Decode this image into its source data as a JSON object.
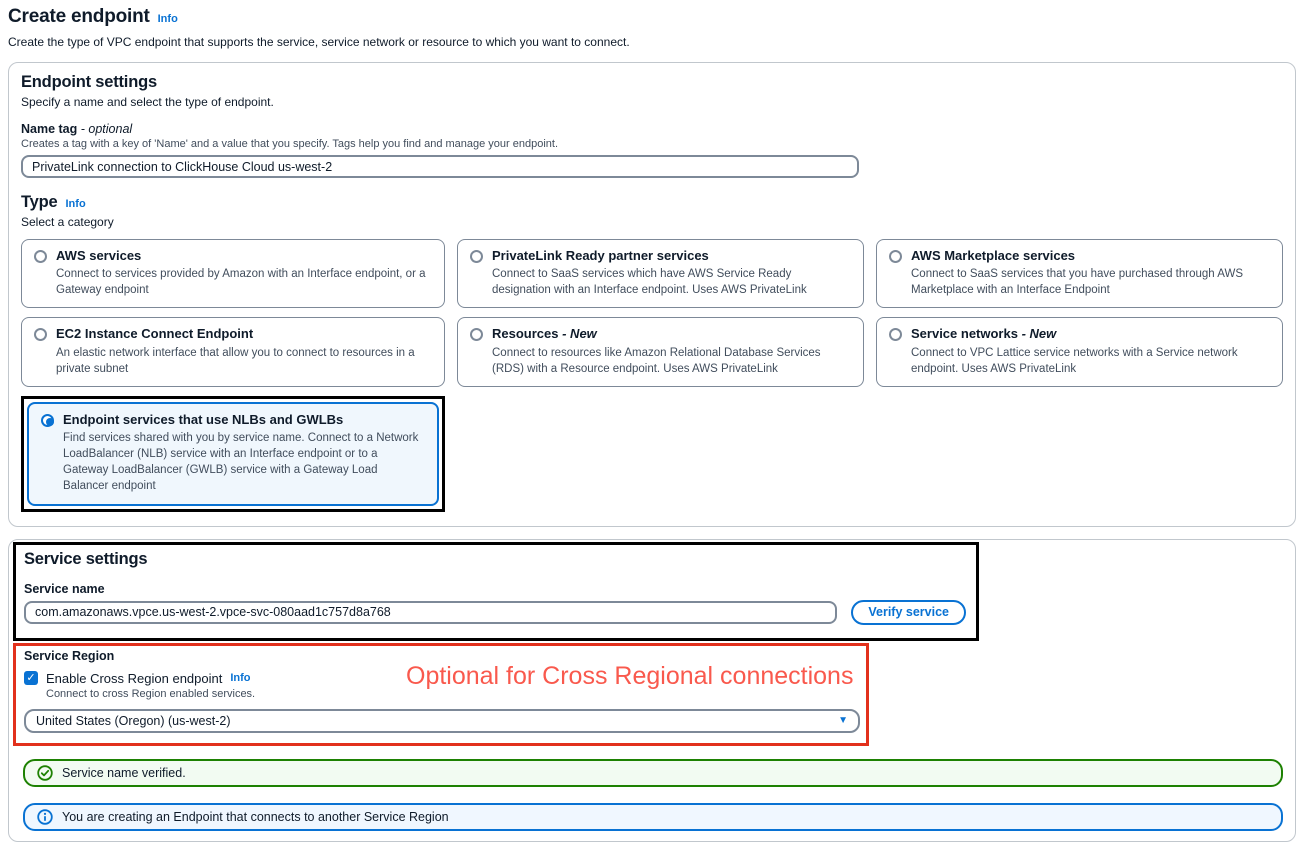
{
  "page": {
    "title": "Create endpoint",
    "title_info": "Info",
    "description": "Create the type of VPC endpoint that supports the service, service network or resource to which you want to connect."
  },
  "endpoint_settings": {
    "heading": "Endpoint settings",
    "description": "Specify a name and select the type of endpoint.",
    "name_tag": {
      "label": "Name tag",
      "label_suffix": "- optional",
      "constraint": "Creates a tag with a key of 'Name' and a value that you specify. Tags help you find and manage your endpoint.",
      "value": "PrivateLink connection to ClickHouse Cloud us-west-2"
    },
    "type": {
      "heading": "Type",
      "info": "Info",
      "description": "Select a category",
      "options": [
        {
          "label": "AWS services",
          "description": "Connect to services provided by Amazon with an Interface endpoint, or a Gateway endpoint",
          "selected": false
        },
        {
          "label": "PrivateLink Ready partner services",
          "description": "Connect to SaaS services which have AWS Service Ready designation with an Interface endpoint. Uses AWS PrivateLink",
          "selected": false
        },
        {
          "label": "AWS Marketplace services",
          "description": "Connect to SaaS services that you have purchased through AWS Marketplace with an Interface Endpoint",
          "selected": false
        },
        {
          "label": "EC2 Instance Connect Endpoint",
          "description": "An elastic network interface that allow you to connect to resources in a private subnet",
          "selected": false
        },
        {
          "label": "Resources",
          "suffix": "- New",
          "description": "Connect to resources like Amazon Relational Database Services (RDS) with a Resource endpoint. Uses AWS PrivateLink",
          "selected": false
        },
        {
          "label": "Service networks",
          "suffix": "- New",
          "description": "Connect to VPC Lattice service networks with a Service network endpoint. Uses AWS PrivateLink",
          "selected": false
        },
        {
          "label": "Endpoint services that use NLBs and GWLBs",
          "description": "Find services shared with you by service name. Connect to a Network LoadBalancer (NLB) service with an Interface endpoint or to a Gateway LoadBalancer (GWLB) service with a Gateway Load Balancer endpoint",
          "selected": true
        }
      ]
    }
  },
  "service_settings": {
    "heading": "Service settings",
    "service_name": {
      "label": "Service name",
      "value": "com.amazonaws.vpce.us-west-2.vpce-svc-080aad1c757d8a768"
    },
    "verify_button_label": "Verify service",
    "service_region": {
      "label": "Service Region",
      "checkbox_label": "Enable Cross Region endpoint",
      "checkbox_info": "Info",
      "checkbox_checked": true,
      "checkbox_description": "Connect to cross Region enabled services.",
      "selected_region": "United States (Oregon) (us-west-2)"
    },
    "annotation_note": "Optional for Cross Regional connections",
    "success_banner": "Service name verified.",
    "info_banner": "You are creating an Endpoint that connects to another Service Region"
  },
  "icons": {
    "checkbox_check": "✓",
    "dropdown_caret": "▼"
  },
  "colors": {
    "accent_blue": "#0972d3",
    "success_green": "#1d8102",
    "annotation_black": "#000000",
    "annotation_red": "#e2311c",
    "annotation_red_text": "#f9594d",
    "selected_card_bg": "#f0f7fd"
  }
}
